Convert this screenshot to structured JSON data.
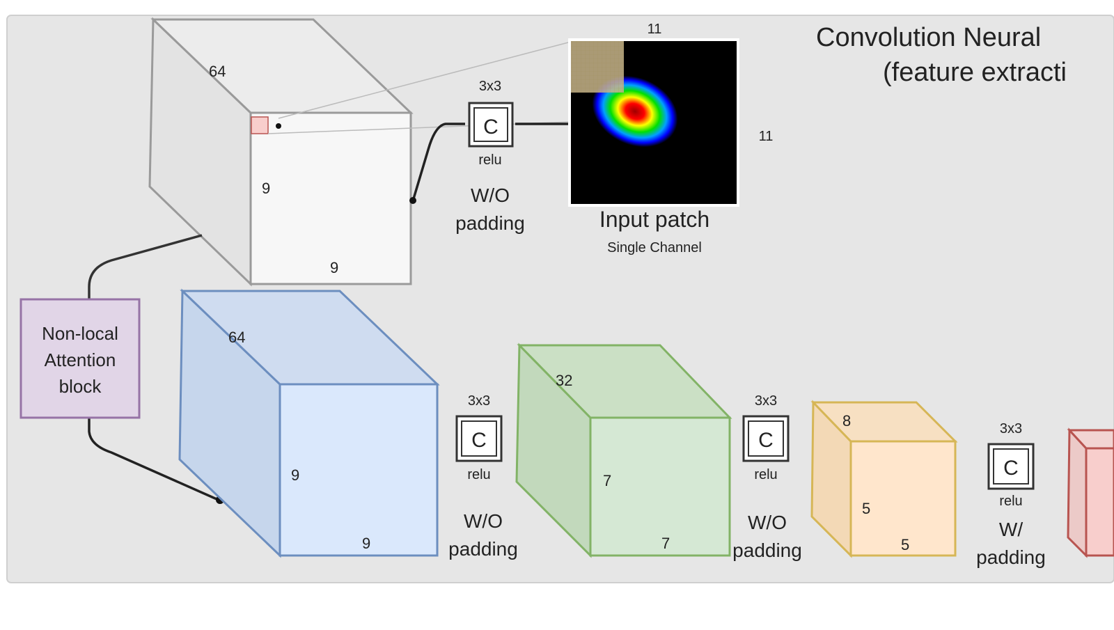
{
  "title": {
    "line1": "Convolution Neural",
    "line2": "(feature extracti"
  },
  "input_patch": {
    "label": "Input patch",
    "sublabel": "Single Channel",
    "width_label": "11",
    "height_label": "11"
  },
  "attention_block": {
    "line1": "Non-local",
    "line2": "Attention",
    "line3": "block"
  },
  "conv_ops": [
    {
      "kernel": "3x3",
      "symbol": "C",
      "activation": "relu",
      "padding_line1": "W/O",
      "padding_line2": "padding"
    },
    {
      "kernel": "3x3",
      "symbol": "C",
      "activation": "relu",
      "padding_line1": "W/O",
      "padding_line2": "padding"
    },
    {
      "kernel": "3x3",
      "symbol": "C",
      "activation": "relu",
      "padding_line1": "W/O",
      "padding_line2": "padding"
    },
    {
      "kernel": "3x3",
      "symbol": "C",
      "activation": "relu",
      "padding_line1": "W/",
      "padding_line2": "padding"
    }
  ],
  "feature_maps": [
    {
      "depth": "64",
      "height": "9",
      "width": "9",
      "color": "#f5f5f5"
    },
    {
      "depth": "64",
      "height": "9",
      "width": "9",
      "color": "#dae8fc"
    },
    {
      "depth": "32",
      "height": "7",
      "width": "7",
      "color": "#d5e8d4"
    },
    {
      "depth": "8",
      "height": "5",
      "width": "5",
      "color": "#ffe6cc"
    }
  ],
  "colors": {
    "panel_bg": "#e6e6e6",
    "attention_fill": "#e1d5e7",
    "attention_stroke": "#9673a6",
    "blue_stroke": "#6c8ebf",
    "green_stroke": "#82b366",
    "orange_stroke": "#d6b656",
    "red_stroke": "#b85450"
  }
}
